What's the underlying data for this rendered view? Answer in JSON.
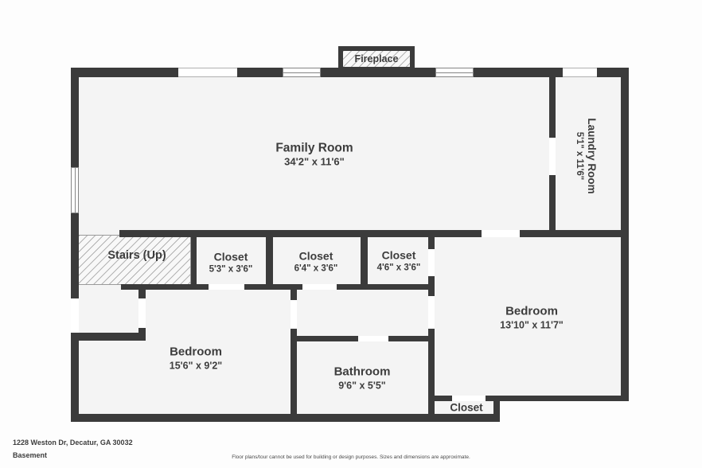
{
  "rooms": {
    "family": {
      "name": "Family Room",
      "dims": "34'2\" x 11'6\""
    },
    "laundry": {
      "name": "Laundry Room",
      "dims": "5'1\" x 11'6\""
    },
    "closet1": {
      "name": "Closet",
      "dims": "5'3\" x 3'6\""
    },
    "closet2": {
      "name": "Closet",
      "dims": "6'4\" x 3'6\""
    },
    "closet3": {
      "name": "Closet",
      "dims": "4'6\" x 3'6\""
    },
    "bedroomRight": {
      "name": "Bedroom",
      "dims": "13'10\" x 11'7\""
    },
    "bedroomLeft": {
      "name": "Bedroom",
      "dims": "15'6\" x 9'2\""
    },
    "bathroom": {
      "name": "Bathroom",
      "dims": "9'6\" x 5'5\""
    },
    "closetBottom": {
      "name": "Closet"
    }
  },
  "features": {
    "stairs_label": "Stairs (Up)",
    "fireplace_label": "Fireplace"
  },
  "footer": {
    "address": "1228 Weston Dr, Decatur, GA 30032",
    "level": "Basement",
    "disclaimer": "Floor plans/tour cannot be used for building or design purposes. Sizes and dimensions are approximate."
  },
  "colors": {
    "wall": "#3b3b3b",
    "room_fill": "#f4f4f4",
    "text": "#3d3d3d",
    "background": "#fdfdfd"
  }
}
